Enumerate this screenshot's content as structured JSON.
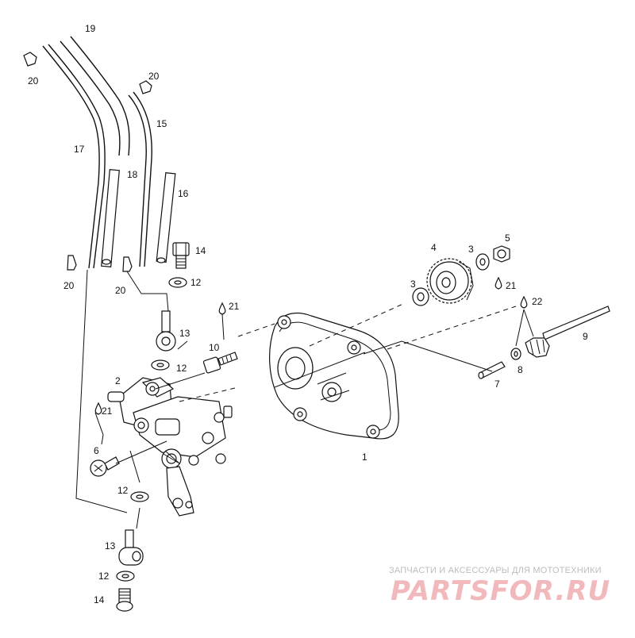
{
  "callouts": {
    "c1": "1",
    "c2": "2",
    "c3a": "3",
    "c3b": "3",
    "c4": "4",
    "c5": "5",
    "c6": "6",
    "c7": "7",
    "c8": "8",
    "c9": "9",
    "c10": "10",
    "c12a": "12",
    "c12b": "12",
    "c12c": "12",
    "c12d": "12",
    "c13a": "13",
    "c13b": "13",
    "c14a": "14",
    "c14b": "14",
    "c15": "15",
    "c16": "16",
    "c17": "17",
    "c18": "18",
    "c19": "19",
    "c20a": "20",
    "c20b": "20",
    "c20c": "20",
    "c20d": "20",
    "c21a": "21",
    "c21b": "21",
    "c21c": "21",
    "c22": "22"
  },
  "watermark": {
    "line1": "ЗАПЧАСТИ И АКСЕССУАРЫ ДЛЯ МОТОТЕХНИКИ",
    "line2": "PARTSFOR.RU"
  },
  "colors": {
    "ink": "#111111",
    "watermark_gray": "#bdbdbd",
    "watermark_pink": "#f2b9bd"
  }
}
